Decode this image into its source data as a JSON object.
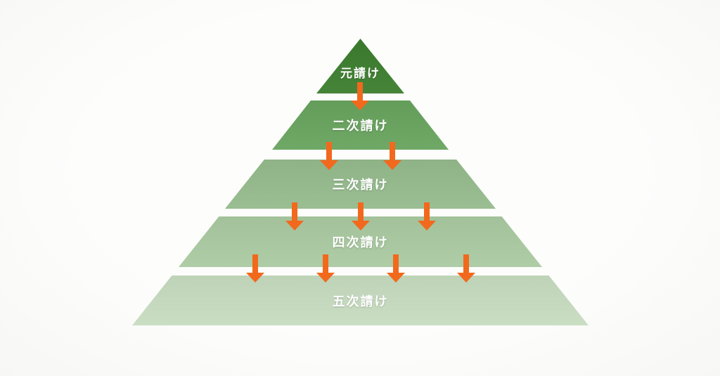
{
  "diagram": {
    "type": "pyramid",
    "subject": "subcontracting-tiers",
    "level_count": 5
  },
  "colors": {
    "background": "#fbfbfa",
    "arrow": "#f2691d",
    "label_text": "#ffffff"
  },
  "levels": [
    {
      "label": "元請け",
      "color": "#3c7e2e"
    },
    {
      "label": "二次請け",
      "color": "#68a45e"
    },
    {
      "label": "三次請け",
      "color": "#95bb8d"
    },
    {
      "label": "四次請け",
      "color": "#aacaa1"
    },
    {
      "label": "五次請け",
      "color": "#c7dcc0"
    }
  ],
  "arrows": {
    "icon": "down-arrow",
    "rows_between_levels": [
      1,
      2,
      3,
      4
    ]
  }
}
